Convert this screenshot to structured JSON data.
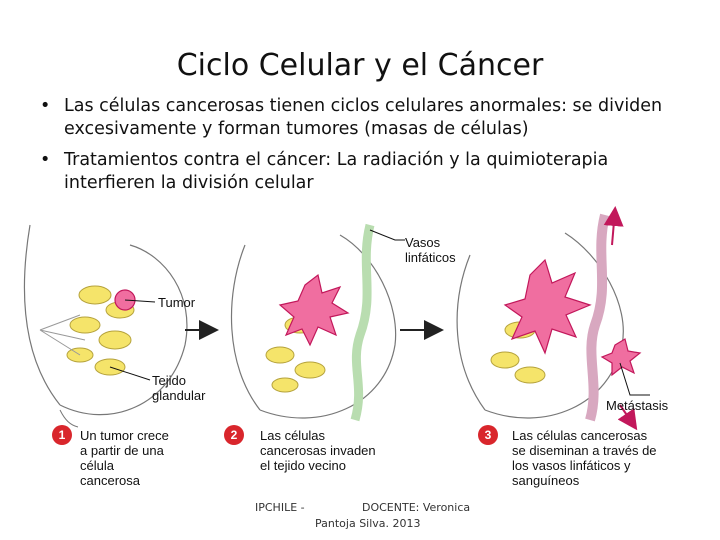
{
  "slide": {
    "title": "Ciclo Celular y el Cáncer",
    "bullets": [
      "Las células cancerosas tienen ciclos celulares anormales: se dividen excesivamente y forman tumores (masas de células)",
      "Tratamientos contra el cáncer: La radiación y la quimioterapia interfieren la división celular"
    ]
  },
  "figure": {
    "labels": {
      "vasos_line1": "Vasos",
      "vasos_line2": "linfáticos",
      "tumor": "Tumor",
      "tejido_line1": "Tejido",
      "tejido_line2": "glandular",
      "metastasis": "Metástasis"
    },
    "steps": [
      {
        "number": "1",
        "lines": [
          "Un tumor crece",
          "a partir de una",
          "célula",
          "cancerosa"
        ]
      },
      {
        "number": "2",
        "lines": [
          "Las células",
          "cancerosas invaden",
          "el tejido vecino"
        ]
      },
      {
        "number": "3",
        "lines": [
          "Las células cancerosas",
          "se diseminan a través de",
          "los vasos linfáticos y",
          "sanguíneos"
        ]
      }
    ]
  },
  "footer": {
    "left": "IPCHILE -",
    "right": "DOCENTE: Veronica",
    "line2": "Pantoja Silva. 2013"
  },
  "colors": {
    "tumor": "#f06ea0",
    "gland": "#f5e46a",
    "lymph": "#b9ddb0",
    "vessel": "#d8a8c0",
    "badge": "#d9262c"
  }
}
